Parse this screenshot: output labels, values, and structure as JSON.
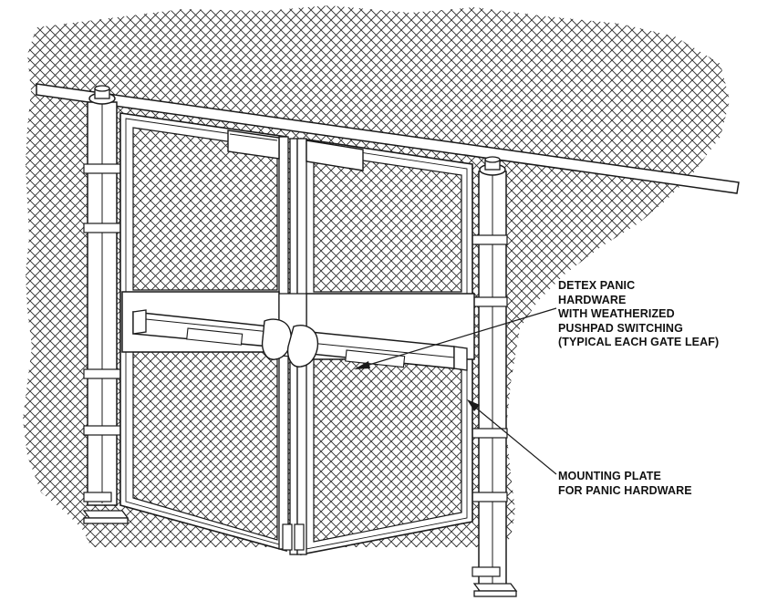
{
  "callouts": {
    "panic_hardware": {
      "lines": [
        "DETEX PANIC",
        "HARDWARE",
        "WITH WEATHERIZED",
        "PUSHPAD SWITCHING",
        "(TYPICAL EACH GATE LEAF)"
      ]
    },
    "mounting_plate": {
      "lines": [
        "MOUNTING PLATE",
        "FOR PANIC HARDWARE"
      ]
    }
  },
  "colors": {
    "line": "#1a1a1a",
    "mesh": "#2b2b2b",
    "background": "#ffffff"
  }
}
